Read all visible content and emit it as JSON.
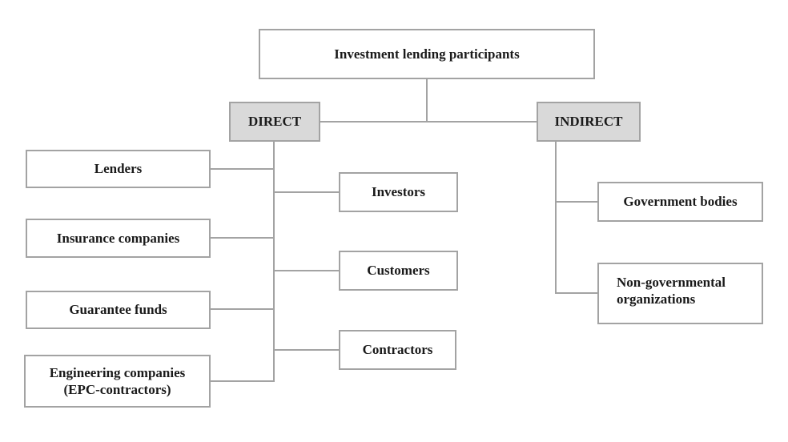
{
  "diagram": {
    "title": "Investment lending participants",
    "branches": {
      "direct": {
        "label": "DIRECT"
      },
      "indirect": {
        "label": "INDIRECT"
      }
    },
    "nodes": {
      "lenders": {
        "label": "Lenders"
      },
      "insurance": {
        "label": "Insurance companies"
      },
      "guarantee": {
        "label": "Guarantee funds"
      },
      "engineering": {
        "line1": "Engineering companies",
        "line2": "(EPC-contractors)"
      },
      "investors": {
        "label": "Investors"
      },
      "customers": {
        "label": "Customers"
      },
      "contractors": {
        "label": "Contractors"
      },
      "government": {
        "label": "Government bodies"
      },
      "ngo": {
        "line1": "Non-governmental",
        "line2": "organizations"
      }
    }
  },
  "colors": {
    "border": "#a3a3a3",
    "line": "#a3a3a3",
    "branch_fill": "#d9d9d9",
    "text": "#1a1a1a",
    "background": "#ffffff"
  }
}
